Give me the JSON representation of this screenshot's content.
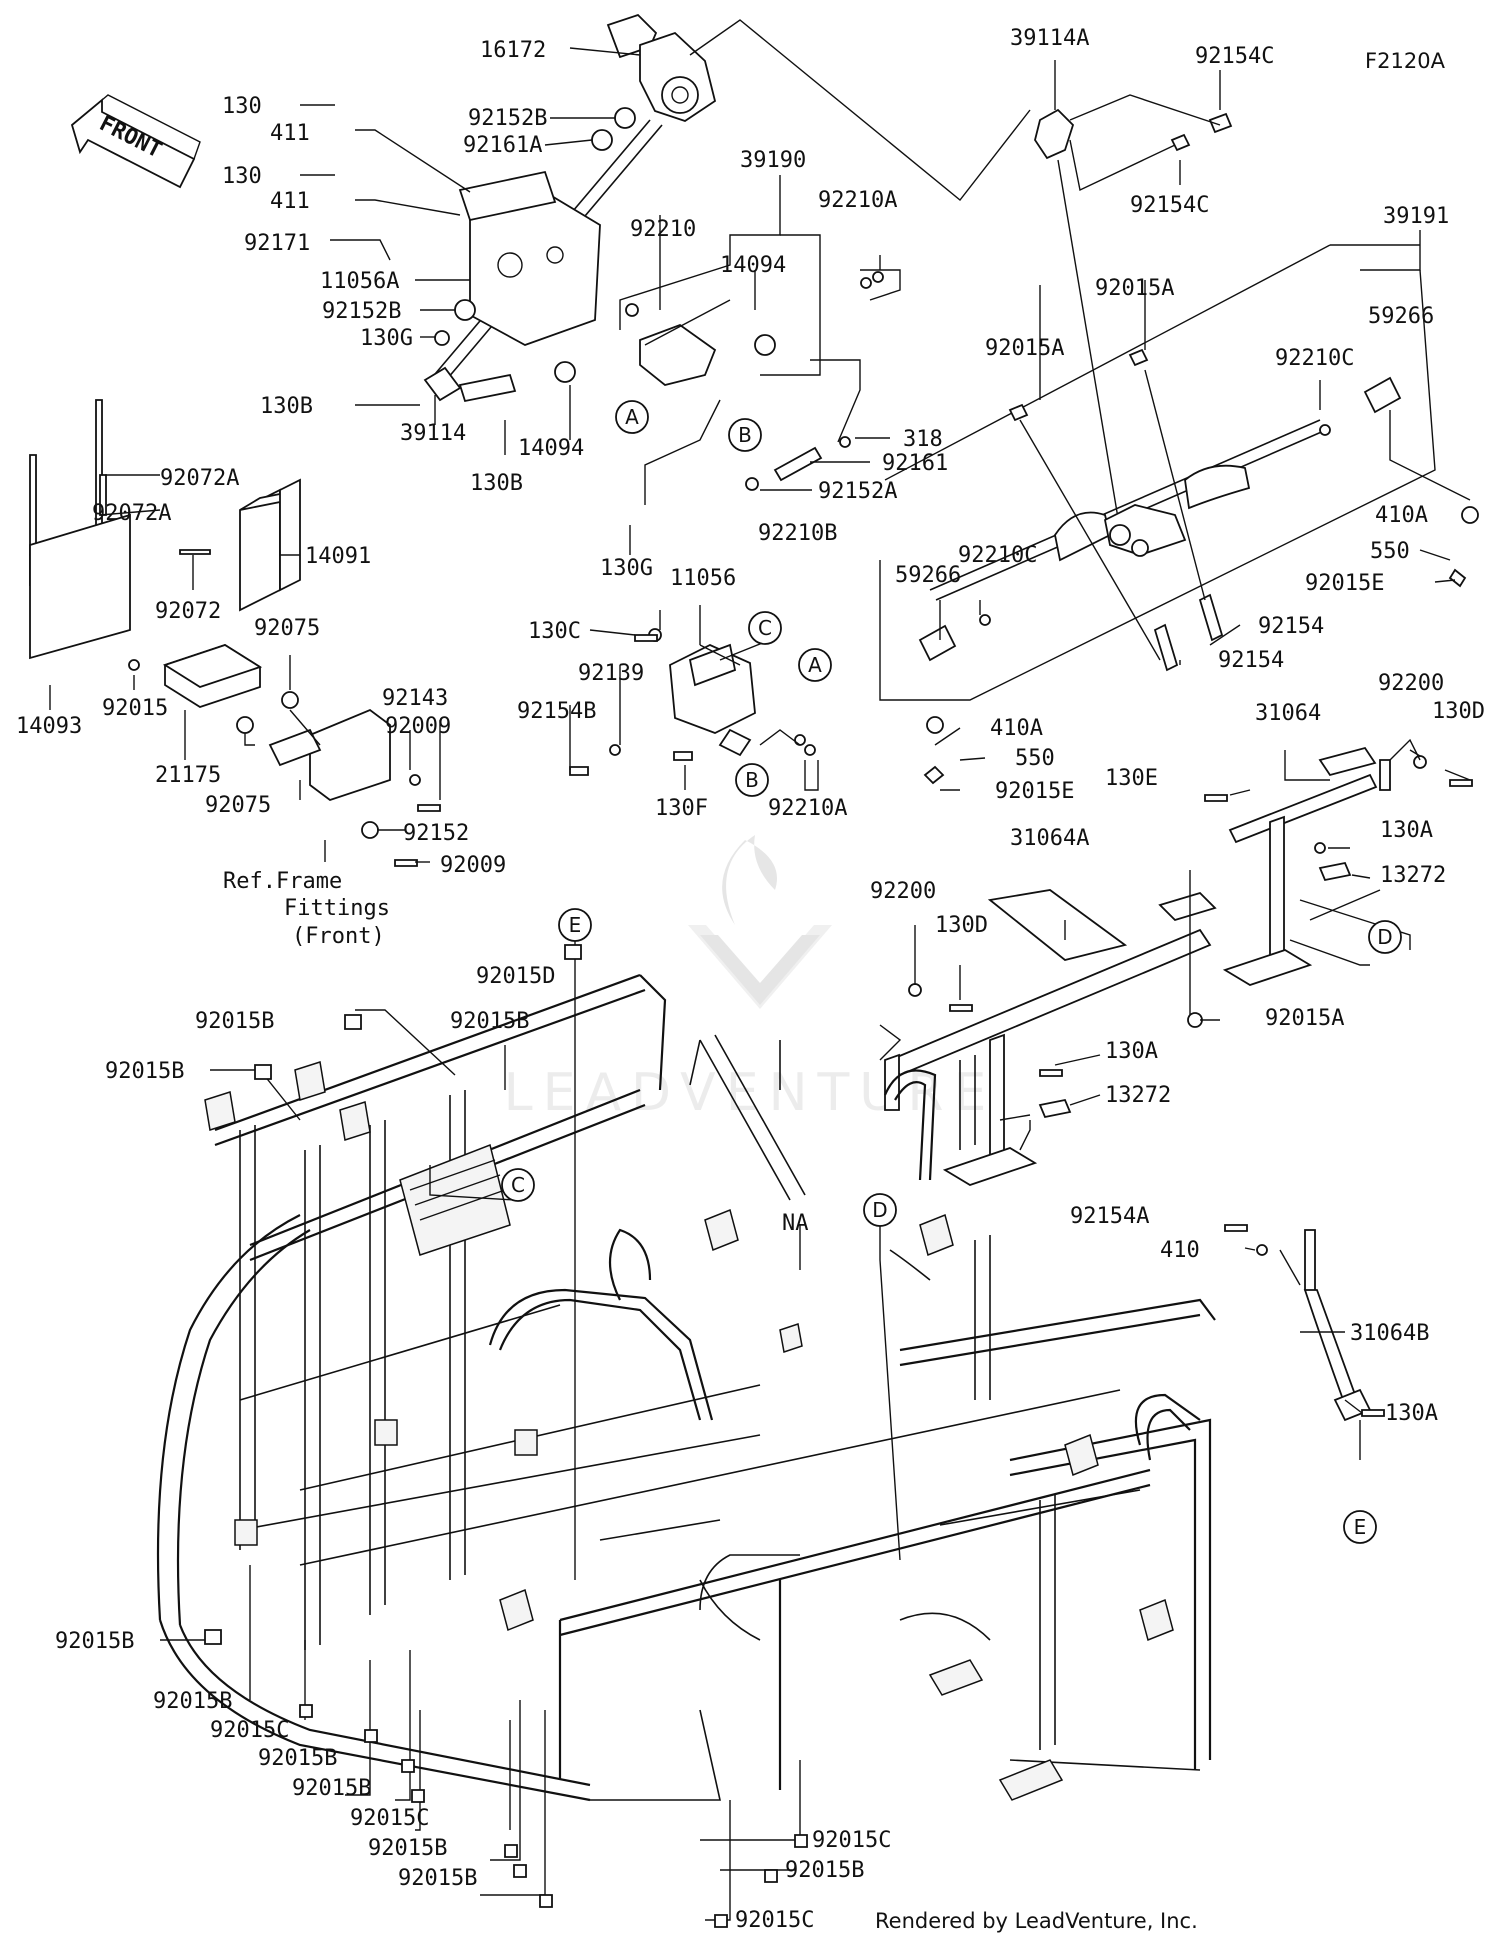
{
  "diagram_code": "F2120A",
  "front_arrow": "FRONT",
  "footer_credit": "Rendered by LeadVenture, Inc.",
  "watermark": "LEADVENTURE",
  "ref_note": [
    "Ref.Frame",
    "Fittings",
    "(Front)"
  ],
  "callouts": [
    {
      "id": "c1",
      "text": "16172"
    },
    {
      "id": "c2",
      "text": "130"
    },
    {
      "id": "c3",
      "text": "411"
    },
    {
      "id": "c4",
      "text": "92152B"
    },
    {
      "id": "c5",
      "text": "92161A"
    },
    {
      "id": "c6",
      "text": "130"
    },
    {
      "id": "c7",
      "text": "411"
    },
    {
      "id": "c8",
      "text": "92171"
    },
    {
      "id": "c9",
      "text": "11056A"
    },
    {
      "id": "c10",
      "text": "92152B"
    },
    {
      "id": "c11",
      "text": "130G"
    },
    {
      "id": "c12",
      "text": "130B"
    },
    {
      "id": "c13",
      "text": "39114"
    },
    {
      "id": "c14",
      "text": "14094"
    },
    {
      "id": "c15",
      "text": "130B"
    },
    {
      "id": "c16",
      "text": "39190"
    },
    {
      "id": "c17",
      "text": "92210"
    },
    {
      "id": "c18",
      "text": "14094"
    },
    {
      "id": "c19",
      "text": "92210A"
    },
    {
      "id": "c20",
      "text": "318"
    },
    {
      "id": "c21",
      "text": "92161"
    },
    {
      "id": "c22",
      "text": "92152A"
    },
    {
      "id": "c23",
      "text": "130G"
    },
    {
      "id": "c24",
      "text": "39114A"
    },
    {
      "id": "c25",
      "text": "92154C"
    },
    {
      "id": "c26",
      "text": "92154C"
    },
    {
      "id": "c27",
      "text": "39191"
    },
    {
      "id": "c28",
      "text": "92015A"
    },
    {
      "id": "c29",
      "text": "92015A"
    },
    {
      "id": "c30",
      "text": "59266"
    },
    {
      "id": "c31",
      "text": "92210C"
    },
    {
      "id": "c32",
      "text": "410A"
    },
    {
      "id": "c33",
      "text": "550"
    },
    {
      "id": "c34",
      "text": "92015E"
    },
    {
      "id": "c35",
      "text": "92210C"
    },
    {
      "id": "c36",
      "text": "59266"
    },
    {
      "id": "c37",
      "text": "92154"
    },
    {
      "id": "c38",
      "text": "92154"
    },
    {
      "id": "c39",
      "text": "410A"
    },
    {
      "id": "c40",
      "text": "550"
    },
    {
      "id": "c41",
      "text": "92015E"
    },
    {
      "id": "c42",
      "text": "92072A"
    },
    {
      "id": "c43",
      "text": "92072A"
    },
    {
      "id": "c44",
      "text": "14091"
    },
    {
      "id": "c45",
      "text": "92072"
    },
    {
      "id": "c46",
      "text": "92075"
    },
    {
      "id": "c47",
      "text": "92143"
    },
    {
      "id": "c48",
      "text": "92009"
    },
    {
      "id": "c49",
      "text": "14093"
    },
    {
      "id": "c50",
      "text": "92015"
    },
    {
      "id": "c51",
      "text": "21175"
    },
    {
      "id": "c52",
      "text": "92075"
    },
    {
      "id": "c53",
      "text": "92152"
    },
    {
      "id": "c54",
      "text": "92009"
    },
    {
      "id": "c55",
      "text": "92210B"
    },
    {
      "id": "c56",
      "text": "11056"
    },
    {
      "id": "c57",
      "text": "130C"
    },
    {
      "id": "c58",
      "text": "92139"
    },
    {
      "id": "c59",
      "text": "92154B"
    },
    {
      "id": "c60",
      "text": "130F"
    },
    {
      "id": "c61",
      "text": "92210A"
    },
    {
      "id": "c62",
      "text": "31064"
    },
    {
      "id": "c63",
      "text": "92200"
    },
    {
      "id": "c64",
      "text": "130D"
    },
    {
      "id": "c65",
      "text": "130E"
    },
    {
      "id": "c66",
      "text": "130A"
    },
    {
      "id": "c67",
      "text": "13272"
    },
    {
      "id": "c68",
      "text": "31064A"
    },
    {
      "id": "c69",
      "text": "92200"
    },
    {
      "id": "c70",
      "text": "130D"
    },
    {
      "id": "c71",
      "text": "92015A"
    },
    {
      "id": "c72",
      "text": "130A"
    },
    {
      "id": "c73",
      "text": "13272"
    },
    {
      "id": "c74",
      "text": "92015D"
    },
    {
      "id": "c75",
      "text": "92015B"
    },
    {
      "id": "c76",
      "text": "92015B"
    },
    {
      "id": "c77",
      "text": "92015B"
    },
    {
      "id": "c78",
      "text": "NA"
    },
    {
      "id": "c79",
      "text": "92154A"
    },
    {
      "id": "c80",
      "text": "410"
    },
    {
      "id": "c81",
      "text": "31064B"
    },
    {
      "id": "c82",
      "text": "130A"
    },
    {
      "id": "c83",
      "text": "92015B"
    },
    {
      "id": "c84",
      "text": "92015B"
    },
    {
      "id": "c85",
      "text": "92015C"
    },
    {
      "id": "c86",
      "text": "92015B"
    },
    {
      "id": "c87",
      "text": "92015B"
    },
    {
      "id": "c88",
      "text": "92015C"
    },
    {
      "id": "c89",
      "text": "92015B"
    },
    {
      "id": "c90",
      "text": "92015B"
    },
    {
      "id": "c91",
      "text": "92015C"
    },
    {
      "id": "c92",
      "text": "92015B"
    },
    {
      "id": "c93",
      "text": "92015C"
    }
  ],
  "circle_refs": [
    {
      "id": "r1",
      "text": "A"
    },
    {
      "id": "r2",
      "text": "B"
    },
    {
      "id": "r3",
      "text": "C"
    },
    {
      "id": "r4",
      "text": "A"
    },
    {
      "id": "r5",
      "text": "B"
    },
    {
      "id": "r6",
      "text": "D"
    },
    {
      "id": "r7",
      "text": "E"
    },
    {
      "id": "r8",
      "text": "C"
    },
    {
      "id": "r9",
      "text": "D"
    },
    {
      "id": "r10",
      "text": "E"
    }
  ]
}
